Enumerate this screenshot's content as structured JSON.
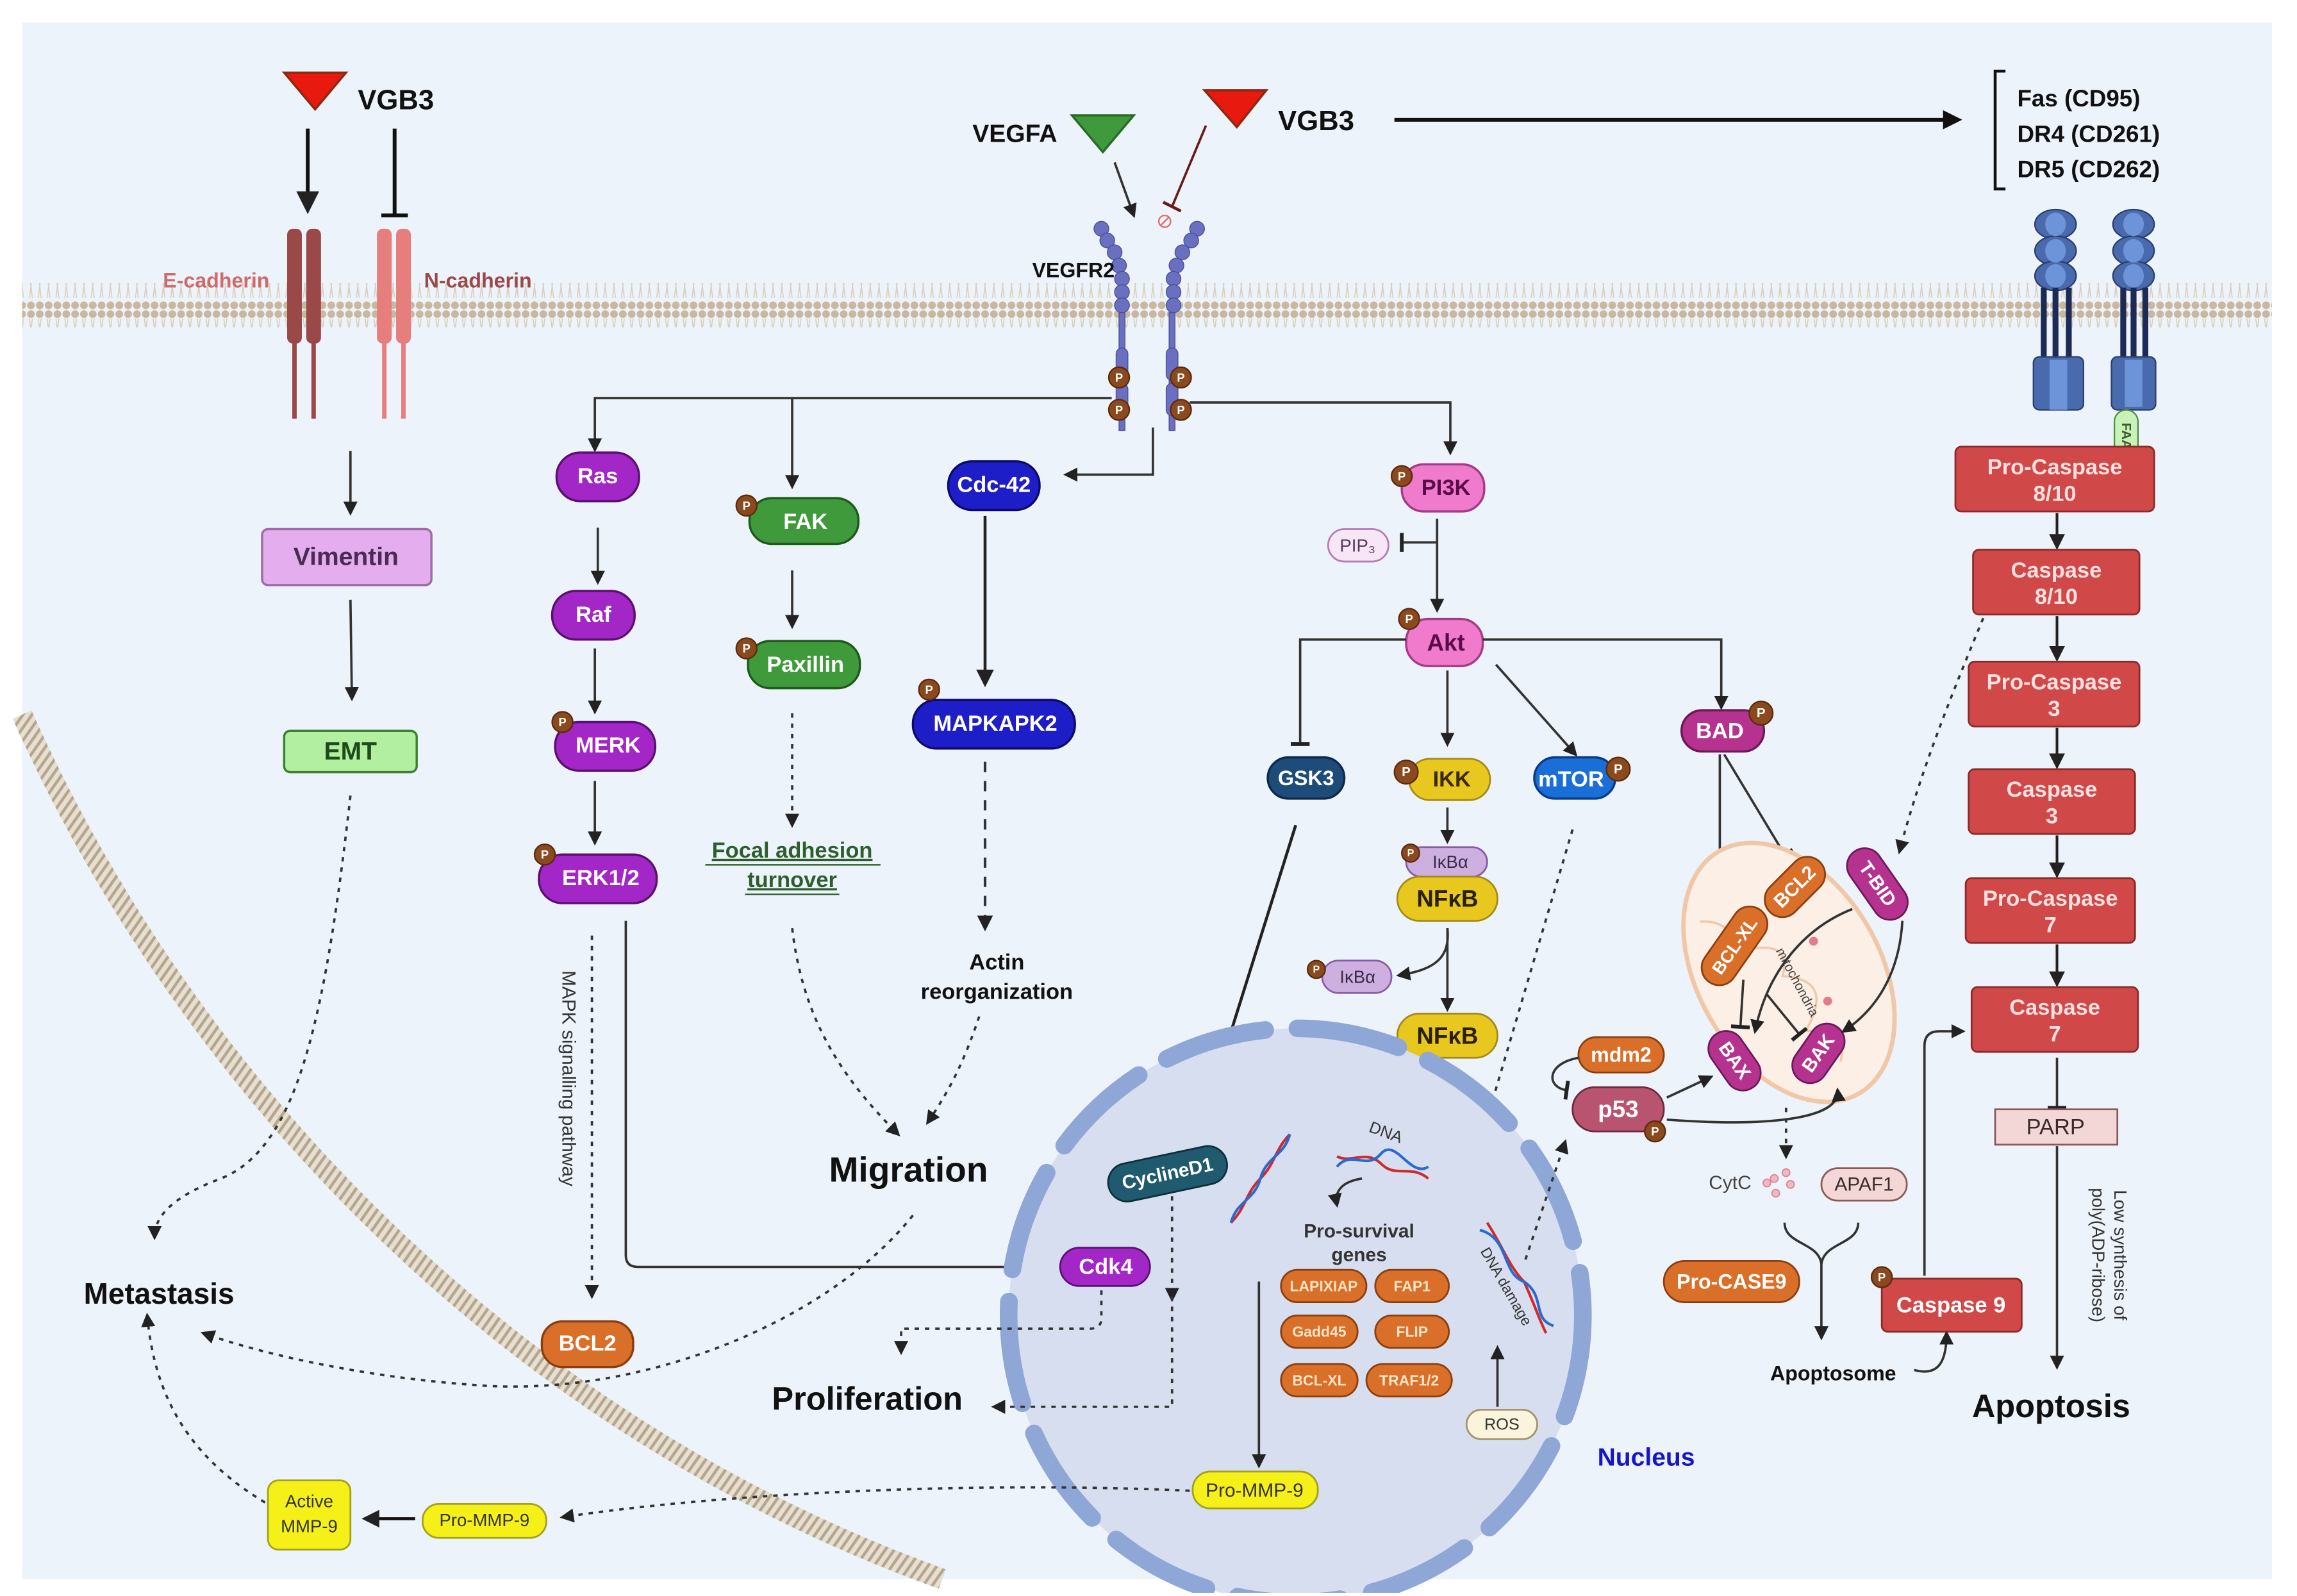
{
  "figure": {
    "background": "#EDF3FA",
    "ligands": {
      "vgb3_left": "VGB3",
      "vgb3_right": "VGB3",
      "vegfa": "VEGFA"
    },
    "receptors": {
      "e_cadherin": "E-cadherin",
      "n_cadherin": "N-cadherin",
      "vegfr2": "VEGFR2",
      "death_receptors": [
        "Fas (CD95)",
        "DR4 (CD261)",
        "DR5 (CD262)"
      ],
      "faad": "FAAD"
    },
    "emt_branch": {
      "vimentin": "Vimentin",
      "emt": "EMT"
    },
    "mapk_branch": {
      "ras": "Ras",
      "raf": "Raf",
      "merk": "MERK",
      "erk": "ERK1/2",
      "pathway_label": "MAPK signalling pathway",
      "bcl2": "BCL2"
    },
    "fak_branch": {
      "fak": "FAK",
      "paxillin": "Paxillin",
      "focal_adhesion": [
        "Focal adhesion",
        "turnover"
      ]
    },
    "cdc42_branch": {
      "cdc42": "Cdc-42",
      "mapkapk2": "MAPKAPK2",
      "actin": [
        "Actin",
        "reorganization"
      ]
    },
    "pi3k_branch": {
      "pi3k": "PI3K",
      "pip3": "PIP₃",
      "akt": "Akt",
      "gsk3": "GSK3",
      "ikk": "IKK",
      "ikba_bound": "IκBα",
      "nfkb_bound": "NFκB",
      "ikba_free": "IκBα",
      "nfkb_free": "NFκB",
      "mtor": "mTOR",
      "bad": "BAD"
    },
    "mitochondria": {
      "label": "mitochondria",
      "bcl_xl": "BCL-XL",
      "bcl2": "BCL2",
      "tbid": "T-BID",
      "bax": "BAX",
      "bak": "BAK",
      "cytc": "CytC",
      "apaf1": "APAF1",
      "pro_case9": "Pro-CASE9",
      "apoptosome": "Apoptosome",
      "caspase9": "Caspase 9"
    },
    "p53_module": {
      "mdm2": "mdm2",
      "p53": "p53"
    },
    "nucleus": {
      "label": "Nucleus",
      "cyclined1": "CyclineD1",
      "cdk4": "Cdk4",
      "dna": "DNA",
      "pro_survival": [
        "Pro-survival",
        "genes"
      ],
      "genes": [
        "LAPIXIAP",
        "FAP1",
        "Gadd45",
        "FLIP",
        "BCL-XL",
        "TRAF1/2"
      ],
      "dna_damage": "DNA damage",
      "ros": "ROS",
      "pro_mmp9": "Pro-MMP-9"
    },
    "extracellular": {
      "pro_mmp9": "Pro-MMP-9",
      "active_mmp9": [
        "Active",
        "MMP-9"
      ]
    },
    "caspase_cascade": [
      [
        "Pro-Caspase",
        "8/10"
      ],
      [
        "Caspase",
        "8/10"
      ],
      [
        "Pro-Caspase",
        "3"
      ],
      [
        "Caspase",
        "3"
      ],
      [
        "Pro-Caspase",
        "7"
      ],
      [
        "Caspase",
        "7"
      ]
    ],
    "parp": "PARP",
    "parp_note": [
      "Low synthesis of",
      "poly(ADP-ribose)"
    ],
    "outcomes": {
      "metastasis": "Metastasis",
      "migration": "Migration",
      "proliferation": "Proliferation",
      "apoptosis": "Apoptosis"
    },
    "phospho": "P",
    "colors": {
      "vgb3": "#E8190F",
      "vegfa": "#3E9A3A",
      "e_cadherin": "#9A4848",
      "n_cadherin": "#E77E7E",
      "receptor_blue": "#6A6FC0",
      "death_receptor": "#4A6AAE",
      "mapk_purple": "#A326C7",
      "fak_green": "#3E9A3A",
      "cdc42_blue": "#1E1EC8",
      "pi3k_pink": "#F07ACB",
      "gsk3_navy": "#1D4B7A",
      "ikk_yellow": "#E8C71E",
      "mtor_blue": "#1A6FD6",
      "bad_magenta": "#B5338E",
      "bcl_orange": "#D96F28",
      "caspase_red": "#D04848",
      "p53_rose": "#B85470",
      "phospho_brown": "#8A4A1E",
      "nucleus_fill": "#D6DEEF",
      "nucleus_ring": "#8FA7D6",
      "nucleus_label": "#1515CC",
      "mmp_yellow": "#F5F018"
    }
  }
}
